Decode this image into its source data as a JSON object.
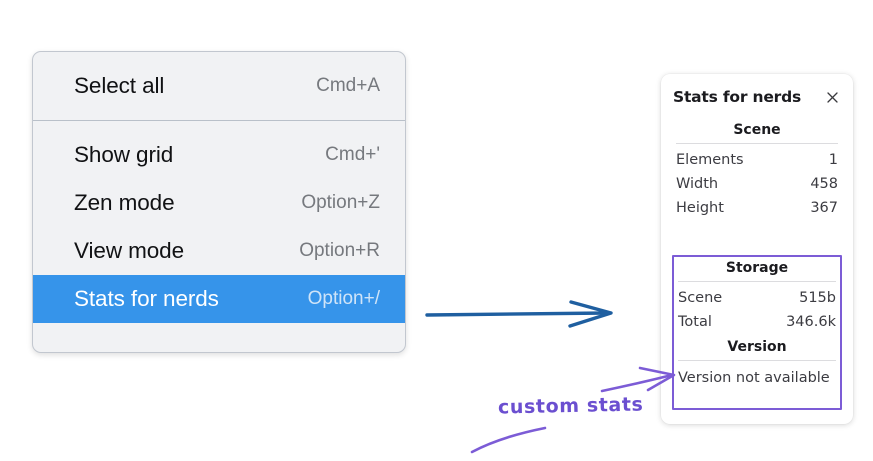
{
  "menu": {
    "groups": [
      {
        "items": [
          {
            "label": "Select all",
            "shortcut": "Cmd+A",
            "selected": false
          }
        ]
      },
      {
        "items": [
          {
            "label": "Show grid",
            "shortcut": "Cmd+'",
            "selected": false
          },
          {
            "label": "Zen mode",
            "shortcut": "Option+Z",
            "selected": false
          },
          {
            "label": "View mode",
            "shortcut": "Option+R",
            "selected": false
          },
          {
            "label": "Stats for nerds",
            "shortcut": "Option+/",
            "selected": true
          }
        ]
      }
    ],
    "items": {
      "select_all": {
        "label": "Select all",
        "shortcut": "Cmd+A"
      },
      "show_grid": {
        "label": "Show grid",
        "shortcut": "Cmd+'"
      },
      "zen_mode": {
        "label": "Zen mode",
        "shortcut": "Option+Z"
      },
      "view_mode": {
        "label": "View mode",
        "shortcut": "Option+R"
      },
      "stats_for_nerds": {
        "label": "Stats for nerds",
        "shortcut": "Option+/"
      }
    },
    "highlight_color": "#3694ea",
    "background_color": "#f1f2f4"
  },
  "stats_panel": {
    "title": "Stats for nerds",
    "close_icon": "close-icon",
    "sections": {
      "scene": {
        "title": "Scene",
        "rows": [
          {
            "label": "Elements",
            "value": "1"
          },
          {
            "label": "Width",
            "value": "458"
          },
          {
            "label": "Height",
            "value": "367"
          }
        ]
      },
      "storage": {
        "title": "Storage",
        "rows": [
          {
            "label": "Scene",
            "value": "515b"
          },
          {
            "label": "Total",
            "value": "346.6k"
          }
        ]
      },
      "version": {
        "title": "Version",
        "text": "Version not available"
      }
    }
  },
  "annotations": {
    "custom_stats_label": "custom stats",
    "purple_color": "#7c5cd6",
    "blue_arrow_color": "#1f5fa0"
  }
}
